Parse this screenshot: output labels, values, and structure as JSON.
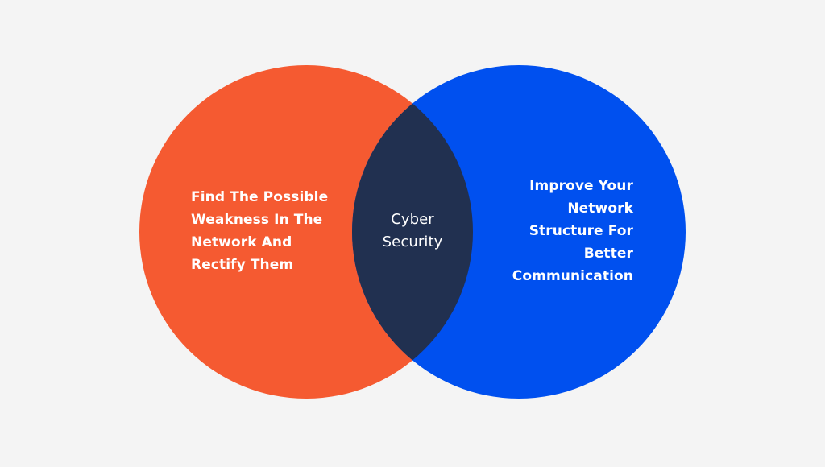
{
  "colors": {
    "background": "#f4f4f4",
    "left_circle": "#f55a31",
    "right_circle": "#0050ef",
    "intersection": "#213050",
    "text": "#ffffff"
  },
  "venn": {
    "left": {
      "text": "Find The Possible\nWeakness In The\nNetwork And\nRectify Them"
    },
    "right": {
      "text": "Improve Your\nNetwork\nStructure For\nBetter\nCommunication"
    },
    "center": {
      "text": "Cyber\nSecurity"
    }
  }
}
